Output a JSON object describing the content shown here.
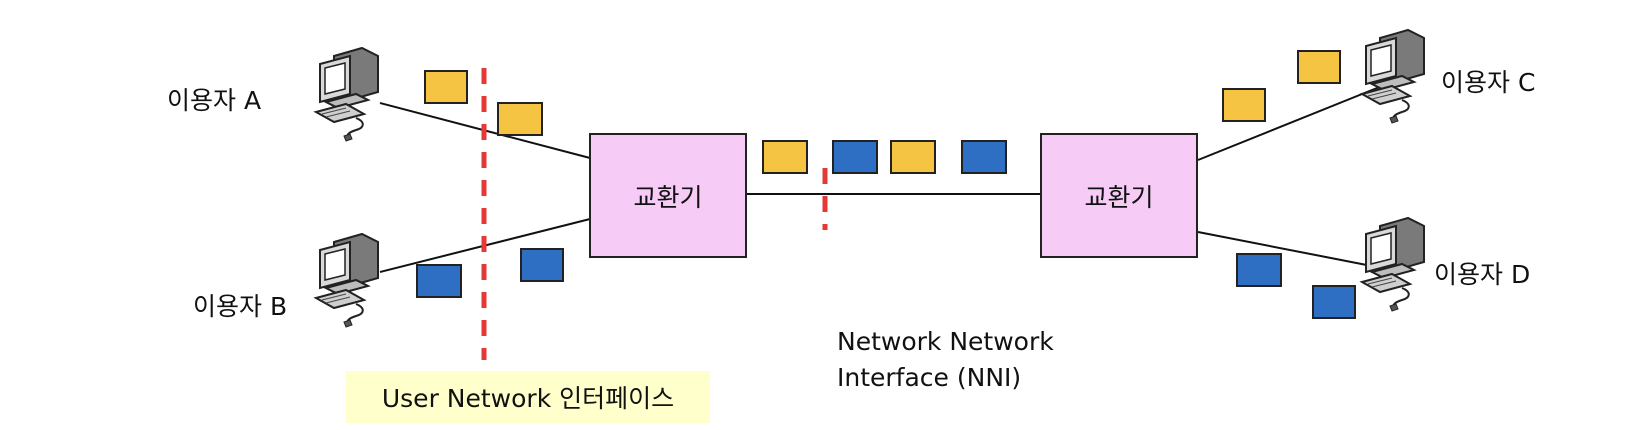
{
  "users": {
    "a": "이용자 A",
    "b": "이용자 B",
    "c": "이용자 C",
    "d": "이용자 D"
  },
  "switches": {
    "left": "교환기",
    "right": "교환기"
  },
  "interfaces": {
    "uni": "User Network 인터페이스",
    "nni_line1": "Network Network",
    "nni_line2": "Interface (NNI)"
  },
  "colors": {
    "packet_yellow": "#f6c443",
    "packet_blue": "#2e6fc3",
    "switch_fill": "#f6ccf7",
    "interface_marker": "#e53935",
    "uni_label_fill": "#ffffcc"
  },
  "icons": [
    "computer-icon",
    "computer-icon",
    "computer-icon",
    "computer-icon"
  ]
}
